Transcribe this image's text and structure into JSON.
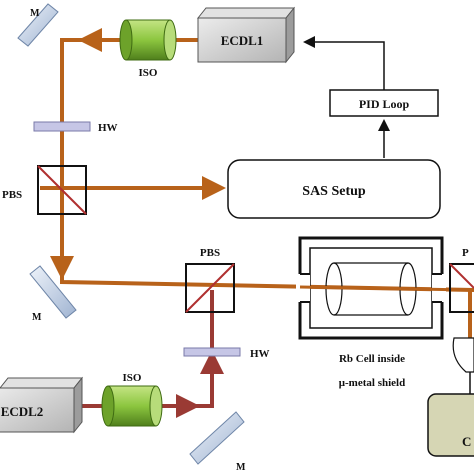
{
  "labels": {
    "ecdl1": "ECDL1",
    "ecdl2": "ECDL2",
    "iso_top": "ISO",
    "iso_bottom": "ISO",
    "pid_loop": "PID Loop",
    "sas_setup": "SAS Setup",
    "hw_top": "HW",
    "hw_bottom": "HW",
    "pbs_left": "PBS",
    "pbs_mid": "PBS",
    "pbs_right_partial": "P",
    "mirror_top": "M",
    "mirror_mid": "M",
    "mirror_bottom": "M",
    "rb_cell_line1": "Rb Cell inside",
    "rb_cell_line2": "μ-metal shield",
    "detector_partial": "C"
  },
  "colors": {
    "beam_laser1": "#b8621a",
    "beam_laser2": "#9a3a34",
    "iso_green": "#8cc63f",
    "box_gray": "#c8c8c8",
    "arrow_black": "#111111",
    "mirror_fill": "#c9d6ea",
    "waveplate_fill": "#c6c6e6",
    "detector_fill": "#d6d6b4"
  }
}
